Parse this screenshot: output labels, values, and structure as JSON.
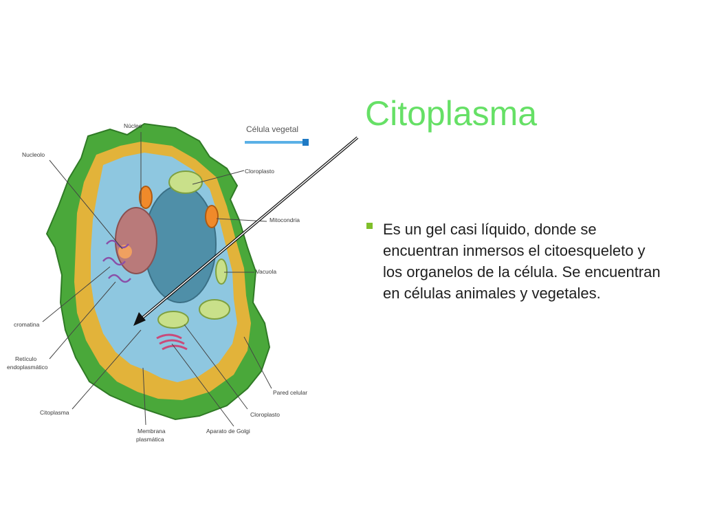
{
  "slide": {
    "title": "Citoplasma",
    "bullets": [
      "Es un gel casi líquido, donde se encuentran inmersos el citoesqueleto y los organelos de la célula. Se encuentran en células animales y vegetales."
    ]
  },
  "diagram": {
    "legend_title": "Célula vegetal",
    "labels": {
      "nucleo": "Núcleo",
      "nucleolo": "Nucleolo",
      "cloroplasto_top": "Cloroplasto",
      "mitocondria": "Mitocondria",
      "vacuola": "Vacuola",
      "cromatina": "cromatina",
      "reticulo_1": "Retículo",
      "reticulo_2": "endoplasmático",
      "pared_celular": "Pared celular",
      "citoplasma": "Citoplasma",
      "cloroplasto_bottom": "Cloroplasto",
      "membrana_1": "Membrana",
      "membrana_2": "plasmática",
      "golgi": "Aparato de Golgi"
    }
  },
  "colors": {
    "title": "#66e066",
    "bullet": "#7fbf2a",
    "cell_wall": "#4aa83a",
    "membrane": "#e2b33a",
    "cytoplasm": "#8ec7e0",
    "vacuole": "#4f8fa8",
    "nucleus": "#b97a7a"
  }
}
